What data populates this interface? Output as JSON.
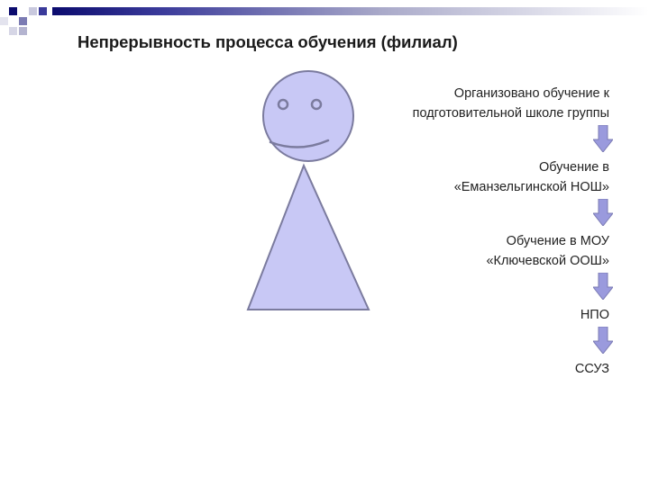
{
  "slide": {
    "title": "Непрерывность процесса обучения (филиал)"
  },
  "figure": {
    "name": "stick-figure",
    "fill": "#c8c8f5",
    "stroke": "#7b7b9e"
  },
  "flow": {
    "arrow_color": "#9a9add",
    "steps": [
      {
        "text": "Организовано обучение к\nподготовительной школе группы"
      },
      {
        "text": "Обучение в\n«Еманзельгинской НОШ»"
      },
      {
        "text": "Обучение в МОУ\n«Ключевской ООШ»"
      },
      {
        "text": "НПО"
      },
      {
        "text": "ССУЗ"
      }
    ]
  },
  "theme": {
    "header_dark": "#0b0b6e",
    "header_light": "#a9a9c9"
  }
}
